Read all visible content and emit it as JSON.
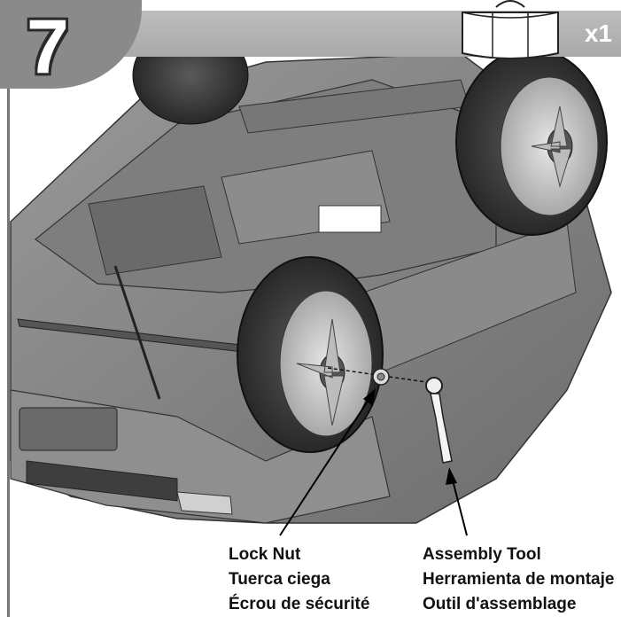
{
  "step": {
    "number": "7"
  },
  "parts_header": {
    "quantity": "x1",
    "part_icon": "lock-nut-icon"
  },
  "callouts": {
    "lock_nut": {
      "en": "Lock Nut",
      "es": "Tuerca ciega",
      "fr": "Écrou de sécurité"
    },
    "assembly_tool": {
      "en": "Assembly Tool",
      "es": "Herramienta de montaje",
      "fr": "Outil d'assemblage"
    }
  }
}
